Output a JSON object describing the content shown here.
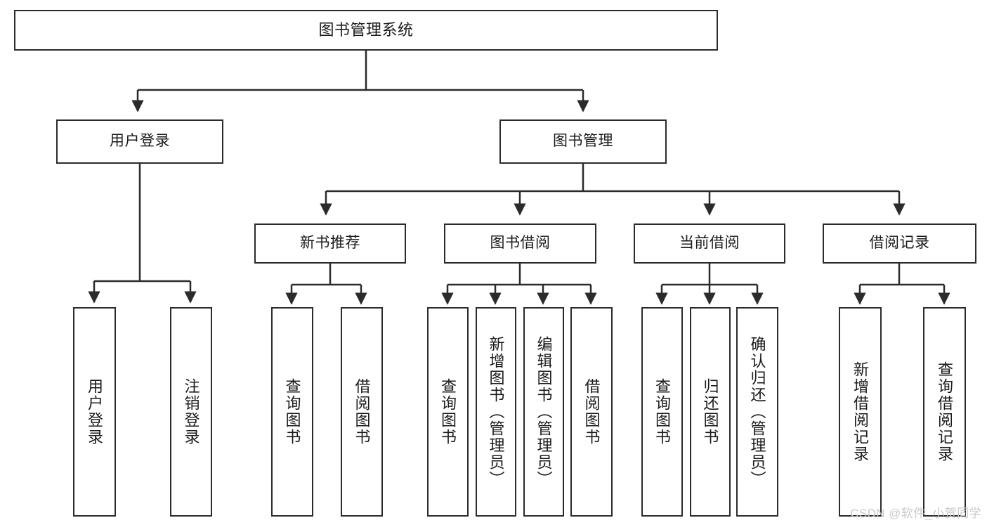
{
  "diagram": {
    "title": "图书管理系统",
    "type": "tree",
    "stroke_color": "#2b2b2b",
    "fill_color": "#ffffff",
    "text_color": "#1a1a1a"
  },
  "nodes": {
    "root": {
      "label": "图书管理系统"
    },
    "level2": [
      {
        "label": "用户登录"
      },
      {
        "label": "图书管理"
      }
    ],
    "level3": [
      {
        "label": "新书推荐"
      },
      {
        "label": "图书借阅"
      },
      {
        "label": "当前借阅"
      },
      {
        "label": "借阅记录"
      }
    ],
    "leaves_user_login": [
      {
        "label": "用户登录"
      },
      {
        "label": "注销登录"
      }
    ],
    "leaves_new_book": [
      {
        "label": "查询图书"
      },
      {
        "label": "借阅图书"
      }
    ],
    "leaves_borrow": [
      {
        "label": "查询图书"
      },
      {
        "label": "新增图书（管理员）"
      },
      {
        "label": "编辑图书（管理员）"
      },
      {
        "label": "借阅图书"
      }
    ],
    "leaves_current": [
      {
        "label": "查询图书"
      },
      {
        "label": "归还图书"
      },
      {
        "label": "确认归还（管理员）"
      }
    ],
    "leaves_record": [
      {
        "label": "新增借阅记录"
      },
      {
        "label": "查询借阅记录"
      }
    ]
  },
  "watermark": {
    "text": "CSDN @软件_小贺同学"
  }
}
